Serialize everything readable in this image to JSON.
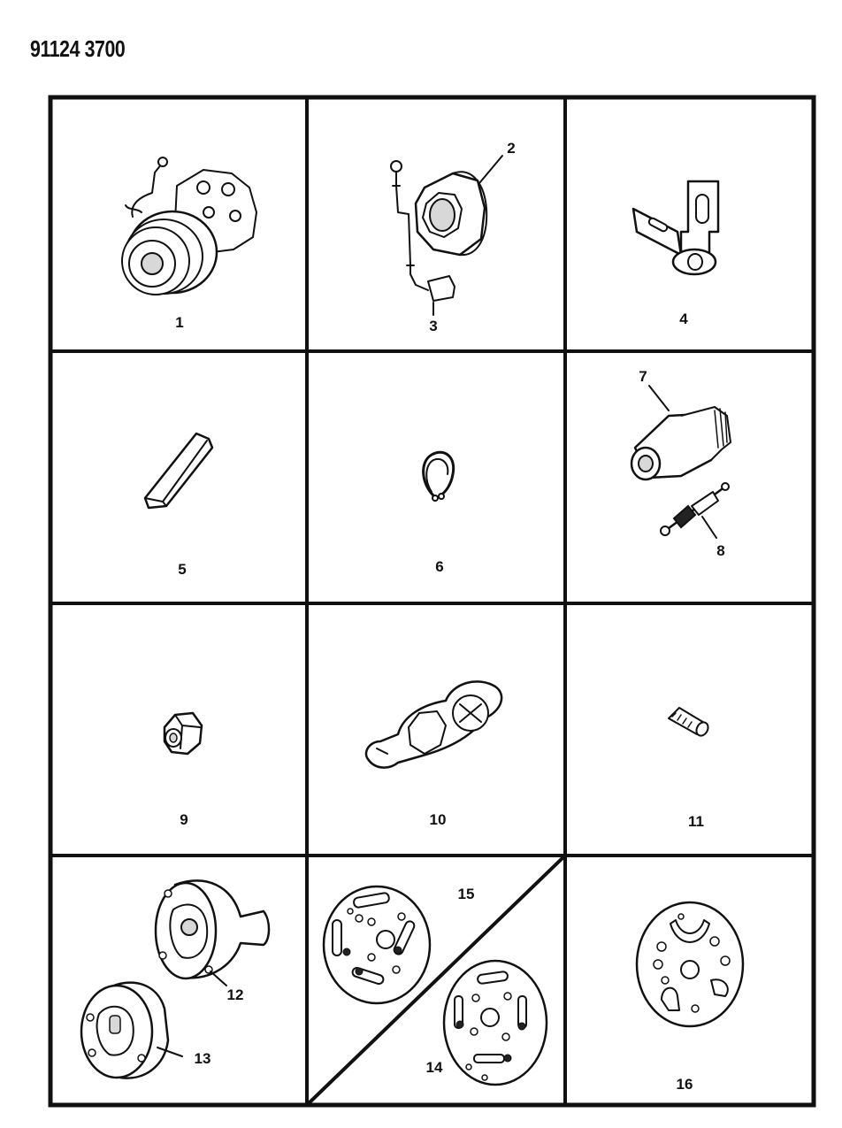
{
  "document": {
    "title": "91124 3700"
  },
  "callouts": {
    "c1": "1",
    "c2": "2",
    "c3": "3",
    "c4": "4",
    "c5": "5",
    "c6": "6",
    "c7": "7",
    "c8": "8",
    "c9": "9",
    "c10": "10",
    "c11": "11",
    "c12": "12",
    "c13": "13",
    "c14": "14",
    "c15": "15",
    "c16": "16"
  }
}
